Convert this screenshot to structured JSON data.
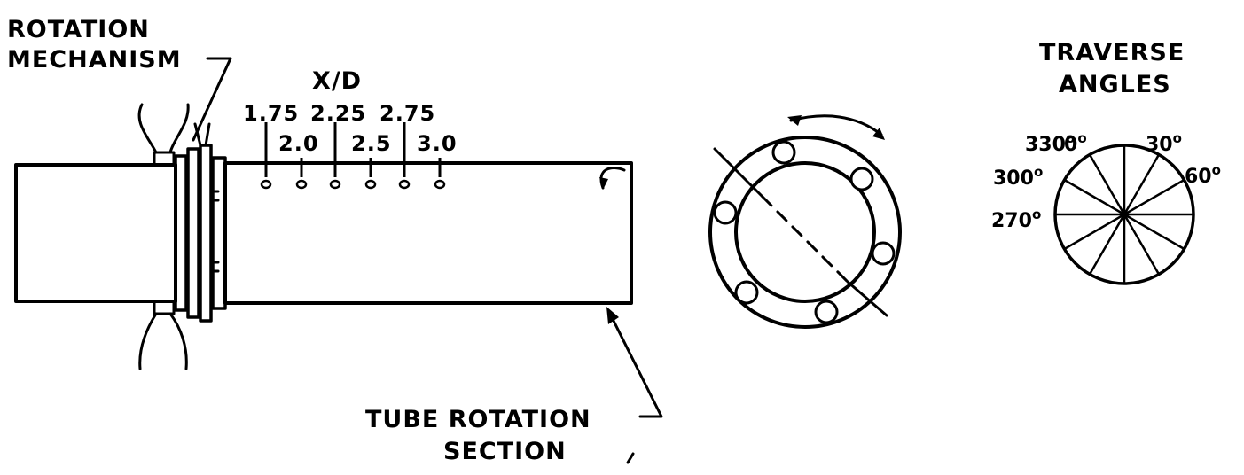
{
  "labels": {
    "rotation_mechanism": [
      "ROTATION",
      "MECHANISM"
    ],
    "xd_title": "X/D",
    "xd_upper": [
      "1.75",
      "2.25",
      "2.75"
    ],
    "xd_lower": [
      "2.0",
      "2.5",
      "3.0"
    ],
    "tube_rotation_section": [
      "TUBE ROTATION",
      "SECTION"
    ],
    "traverse_angles": [
      "TRAVERSE",
      "ANGLES"
    ]
  },
  "angles": [
    {
      "label": "0",
      "deg": 0
    },
    {
      "label": "30",
      "deg": 30
    },
    {
      "label": "60",
      "deg": 60
    },
    {
      "label": "270",
      "deg": 270
    },
    {
      "label": "300",
      "deg": 300
    },
    {
      "label": "330",
      "deg": 330
    }
  ],
  "degree_symbol": "o",
  "rose_spokes_step_deg": 30
}
